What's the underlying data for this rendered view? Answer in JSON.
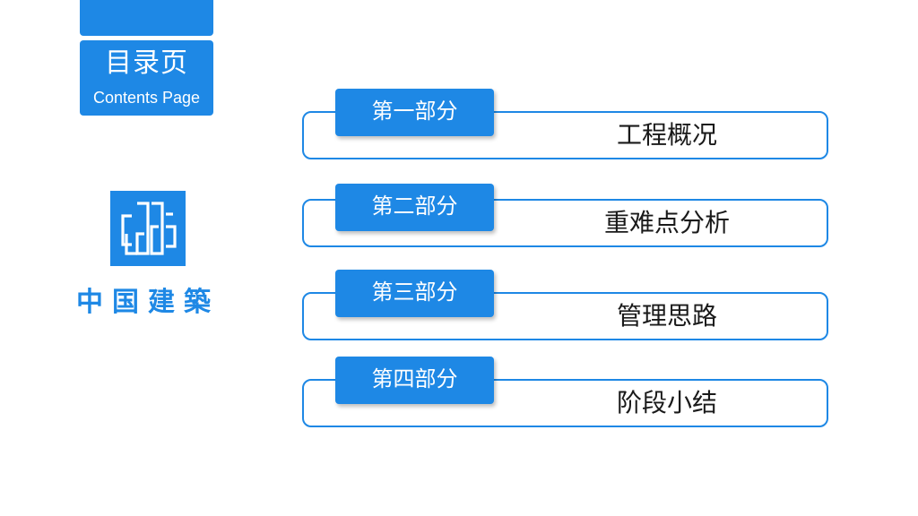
{
  "header": {
    "title": "目录页",
    "subtitle": "Contents Page"
  },
  "brand": {
    "logo": "cscec-logo",
    "company_name": "中国建築",
    "color": "#1e88e5"
  },
  "sections": [
    {
      "tag": "第一部分",
      "label": "工程概况"
    },
    {
      "tag": "第二部分",
      "label": "重难点分析"
    },
    {
      "tag": "第三部分",
      "label": "管理思路"
    },
    {
      "tag": "第四部分",
      "label": "阶段小结"
    }
  ]
}
